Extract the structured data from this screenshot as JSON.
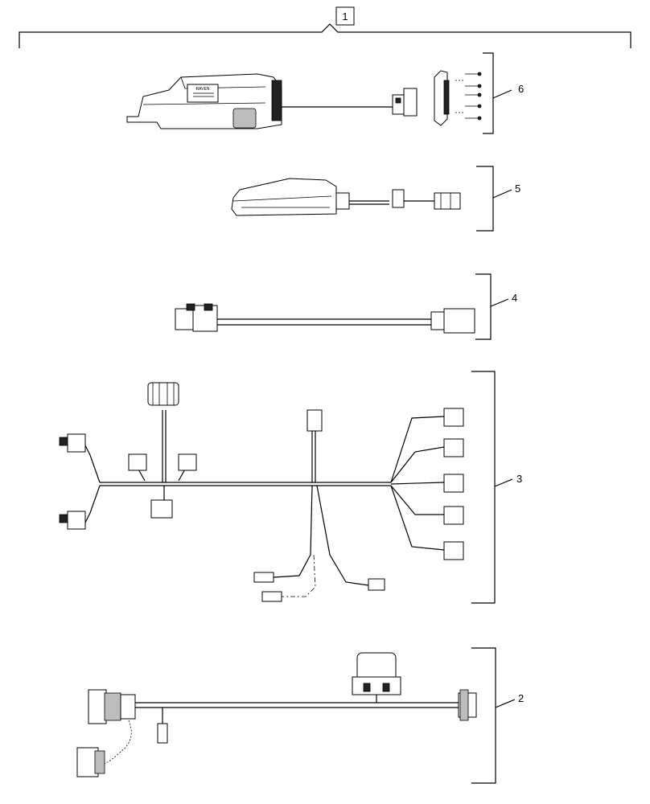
{
  "callouts": {
    "assembly": "1",
    "harness_2": "2",
    "harness_3": "3",
    "cable_4": "4",
    "switch_5": "5",
    "module_6": "6"
  },
  "module_label": "RAVEN"
}
